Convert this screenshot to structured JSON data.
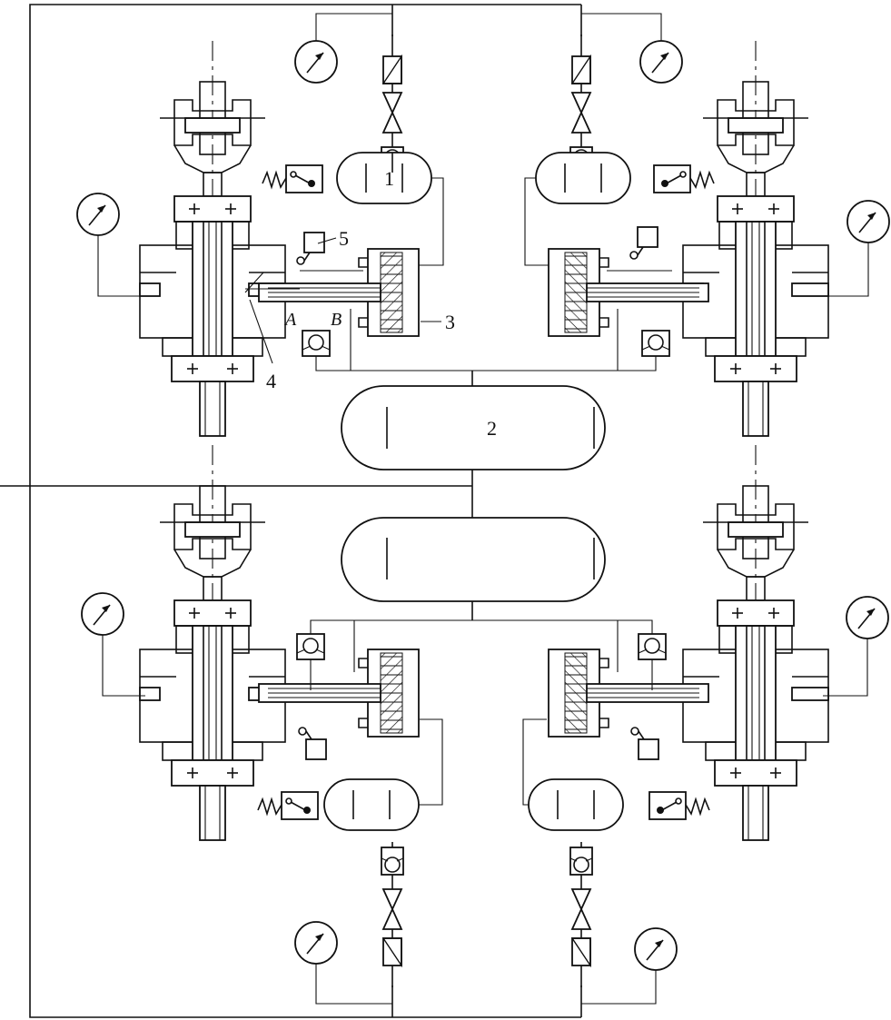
{
  "diagram": {
    "labels": {
      "n1": "1",
      "n2": "2",
      "n3": "3",
      "n4": "4",
      "n5": "5",
      "A": "A",
      "B": "B"
    },
    "units": [
      "top-left",
      "top-right",
      "bottom-left",
      "bottom-right"
    ],
    "shared_vessels": [
      "vessel-2",
      "vessel-lower"
    ]
  }
}
